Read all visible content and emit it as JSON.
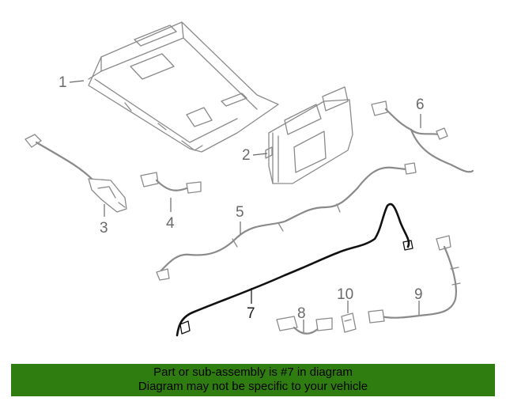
{
  "callouts": [
    {
      "id": "1",
      "label": "1"
    },
    {
      "id": "2",
      "label": "2"
    },
    {
      "id": "3",
      "label": "3"
    },
    {
      "id": "4",
      "label": "4"
    },
    {
      "id": "5",
      "label": "5"
    },
    {
      "id": "6",
      "label": "6"
    },
    {
      "id": "7",
      "label": "7",
      "highlighted": true
    },
    {
      "id": "8",
      "label": "8"
    },
    {
      "id": "9",
      "label": "9"
    },
    {
      "id": "10",
      "label": "10"
    }
  ],
  "colors": {
    "banner": "#2f7d10",
    "line_art": "#8a8a8a",
    "highlighted_part": "#111111"
  },
  "banner": {
    "line1": "Part or sub-assembly is #7 in diagram",
    "line2": "Diagram may not be specific to your vehicle"
  }
}
